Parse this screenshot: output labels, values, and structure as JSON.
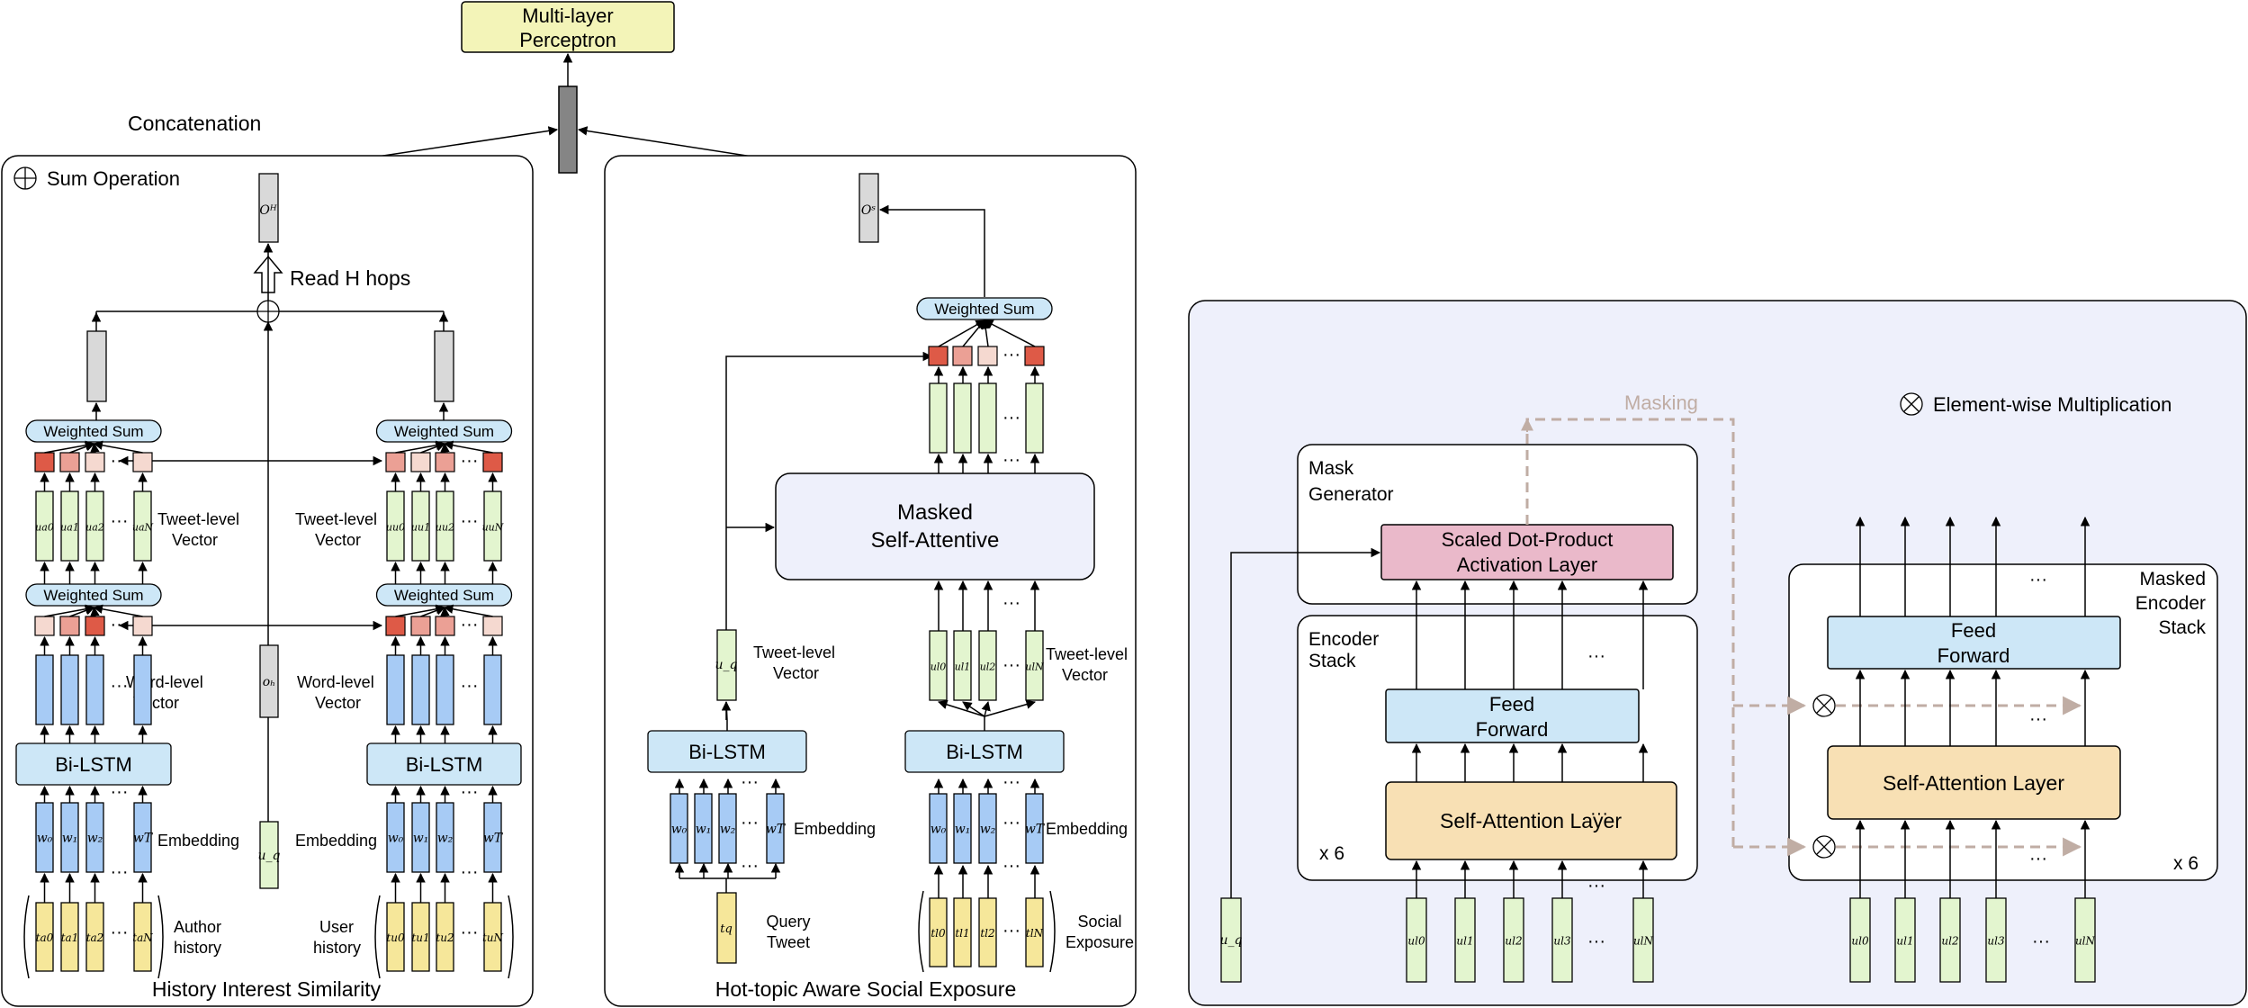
{
  "top": {
    "mlp_line1": "Multi-layer",
    "mlp_line2": "Perceptron",
    "concatenation": "Concatenation"
  },
  "left_panel": {
    "sum_operation": "Sum Operation",
    "read_hops": "Read H hops",
    "o_H": "Oᴴ",
    "weighted_sum": "Weighted Sum",
    "tweet_vector_line1": "Tweet-level",
    "tweet_vector_line2": "Vector",
    "word_vector_line1": "Word-level",
    "word_vector_line2": "Vector",
    "bilstm": "Bi-LSTM",
    "embedding": "Embedding",
    "o_h": "oₕ",
    "u_q": "u_q",
    "author_history_line1": "Author",
    "author_history_line2": "history",
    "user_history_line1": "User",
    "user_history_line2": "history",
    "caption": "History Interest Similarity",
    "author_w": [
      "w₀",
      "w₁",
      "w₂",
      "w_T"
    ],
    "author_u": [
      "u_a0",
      "u_a1",
      "u_a2",
      "u_aN"
    ],
    "author_t": [
      "t_a0",
      "t_a1",
      "t_a2",
      "t_aN"
    ],
    "user_w": [
      "w₀",
      "w₁",
      "w₂",
      "w_T"
    ],
    "user_u": [
      "u_u0",
      "u_u1",
      "u_u2",
      "u_uN"
    ],
    "user_t": [
      "t_u0",
      "t_u1",
      "t_u2",
      "t_uN"
    ]
  },
  "middle_panel": {
    "o_s": "Oˢ",
    "weighted_sum": "Weighted Sum",
    "masked_line1": "Masked",
    "masked_line2": "Self-Attentive",
    "tweet_vector_line1": "Tweet-level",
    "tweet_vector_line2": "Vector",
    "bilstm": "Bi-LSTM",
    "embedding": "Embedding",
    "query_line1": "Query",
    "query_line2": "Tweet",
    "social_line1": "Social",
    "social_line2": "Exposure",
    "caption": "Hot-topic Aware Social Exposure",
    "u_q": "u_q",
    "t_q": "t_q",
    "query_w": [
      "w₀",
      "w₁",
      "w₂",
      "w_T"
    ],
    "social_w": [
      "w₀",
      "w₁",
      "w₂",
      "w_T"
    ],
    "social_u": [
      "u_l0",
      "u_l1",
      "u_l2",
      "u_lN"
    ],
    "social_t": [
      "t_l0",
      "t_l1",
      "t_l2",
      "t_lN"
    ]
  },
  "right_panel": {
    "masking": "Masking",
    "element_wise": "Element-wise Multiplication",
    "mask_gen_line1": "Mask",
    "mask_gen_line2": "Generator",
    "scaled_line1": "Scaled Dot-Product",
    "scaled_line2": "Activation Layer",
    "encoder_line1": "Encoder",
    "encoder_line2": "Stack",
    "feed_line1": "Feed",
    "feed_line2": "Forward",
    "self_attention": "Self-Attention Layer",
    "x6": "x 6",
    "masked_enc_line1": "Masked",
    "masked_enc_line2": "Encoder",
    "masked_enc_line3": "Stack",
    "u_q": "u_q",
    "enc_u": [
      "u_l0",
      "u_l1",
      "u_l2",
      "u_l3",
      "u_lN"
    ]
  },
  "colors": {
    "blue_vec": "#a7cbf5",
    "green_vec": "#e3f5cf",
    "yellow_vec": "#f6e79a",
    "gray_vec": "#d9d9d9",
    "dark_vec": "#858585",
    "lightblue_box": "#cde7f7",
    "panel_bg": "#eef0fb",
    "pink_box": "#eab9ca",
    "orange_box": "#f8e0b4",
    "mlp_box": "#f3f4b8",
    "masking_line": "#c0ada4",
    "attn_1": "#f5d9d0",
    "attn_2": "#eba095",
    "attn_3": "#de5a47"
  }
}
